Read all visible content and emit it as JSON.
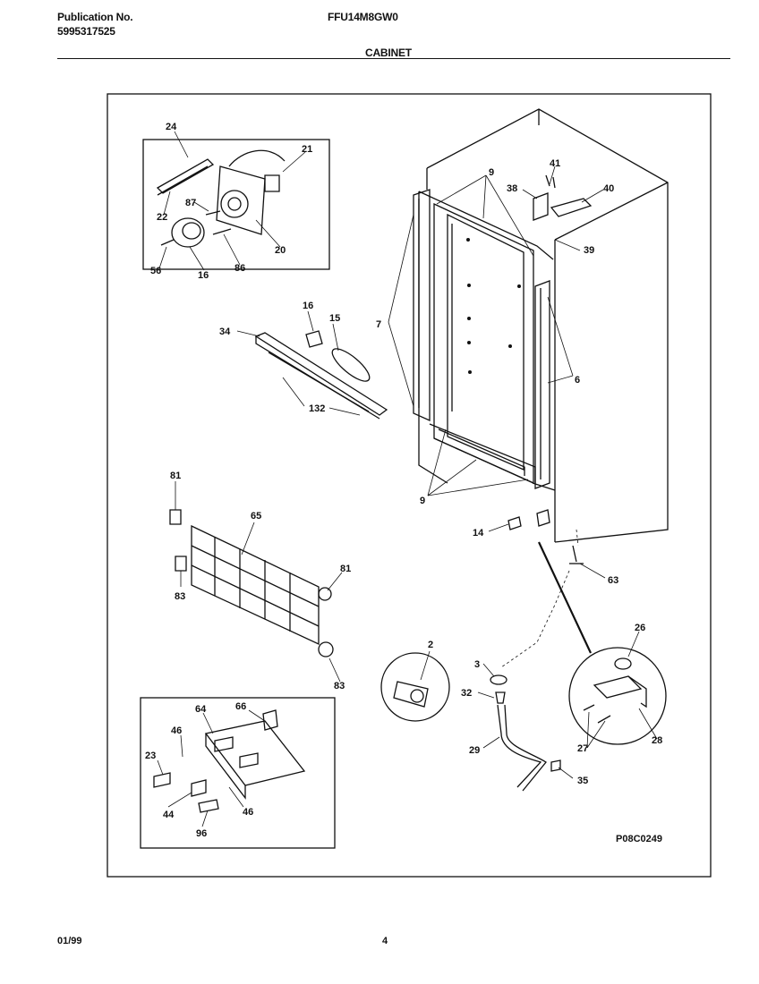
{
  "header": {
    "publication_label": "Publication No.",
    "publication_number": "5995317525",
    "model": "FFU14M8GW0",
    "section_title": "CABINET"
  },
  "diagram": {
    "drawing_code": "P08C0249",
    "callouts": {
      "c24": "24",
      "c21": "21",
      "c22": "22",
      "c87": "87",
      "c20": "20",
      "c56": "56",
      "c16a": "16",
      "c86": "86",
      "c9a": "9",
      "c41": "41",
      "c38": "38",
      "c40": "40",
      "c39": "39",
      "c7": "7",
      "c6": "6",
      "c9b": "9",
      "c16b": "16",
      "c15": "15",
      "c34": "34",
      "c132": "132",
      "c14": "14",
      "c63": "63",
      "c81a": "81",
      "c65": "65",
      "c81b": "81",
      "c83a": "83",
      "c83b": "83",
      "c2": "2",
      "c3": "3",
      "c32": "32",
      "c29": "29",
      "c35": "35",
      "c26": "26",
      "c27": "27",
      "c28": "28",
      "c64": "64",
      "c66": "66",
      "c46a": "46",
      "c23": "23",
      "c44": "44",
      "c46b": "46",
      "c96": "96"
    }
  },
  "footer": {
    "date": "01/99",
    "page": "4"
  }
}
